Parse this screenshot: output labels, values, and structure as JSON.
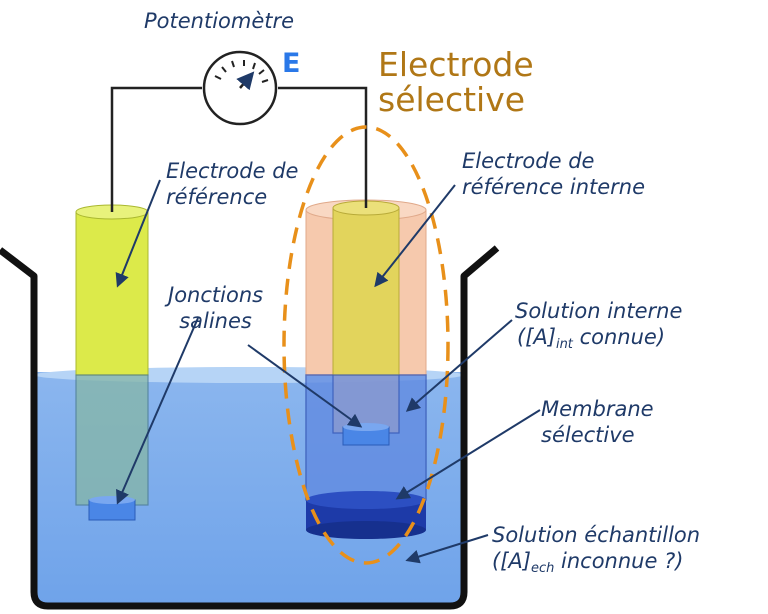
{
  "potentiometer": {
    "label": "Potentiomètre",
    "symbol": "E"
  },
  "selective_electrode_title": {
    "line1": "Electrode",
    "line2": "sélective"
  },
  "labels": {
    "reference_electrode": {
      "line1": "Electrode de",
      "line2": "référence"
    },
    "internal_reference_electrode": {
      "line1": "Electrode de",
      "line2": "référence interne"
    },
    "salt_junctions": {
      "line1": "Jonctions",
      "line2": "salines"
    },
    "internal_solution": {
      "line1": "Solution interne",
      "line2_pre": "([A]",
      "line2_sub": "int",
      "line2_post": " connue)"
    },
    "selective_membrane": {
      "line1": "Membrane",
      "line2": "sélective"
    },
    "sample_solution": {
      "line1": "Solution échantillon",
      "line2_pre": "([A]",
      "line2_sub": "ech",
      "line2_post": " inconnue ?)"
    }
  },
  "colors": {
    "water": "#9cc3f2",
    "reference_electrode": "#dcea4a",
    "selective_outer": "#f6c9ad",
    "internal_reference": "#e2d45c",
    "membrane": "#1d3aa8",
    "junction": "#4a86e6",
    "dashed_outline": "#e8901a",
    "arrows": "#1f3a68"
  }
}
